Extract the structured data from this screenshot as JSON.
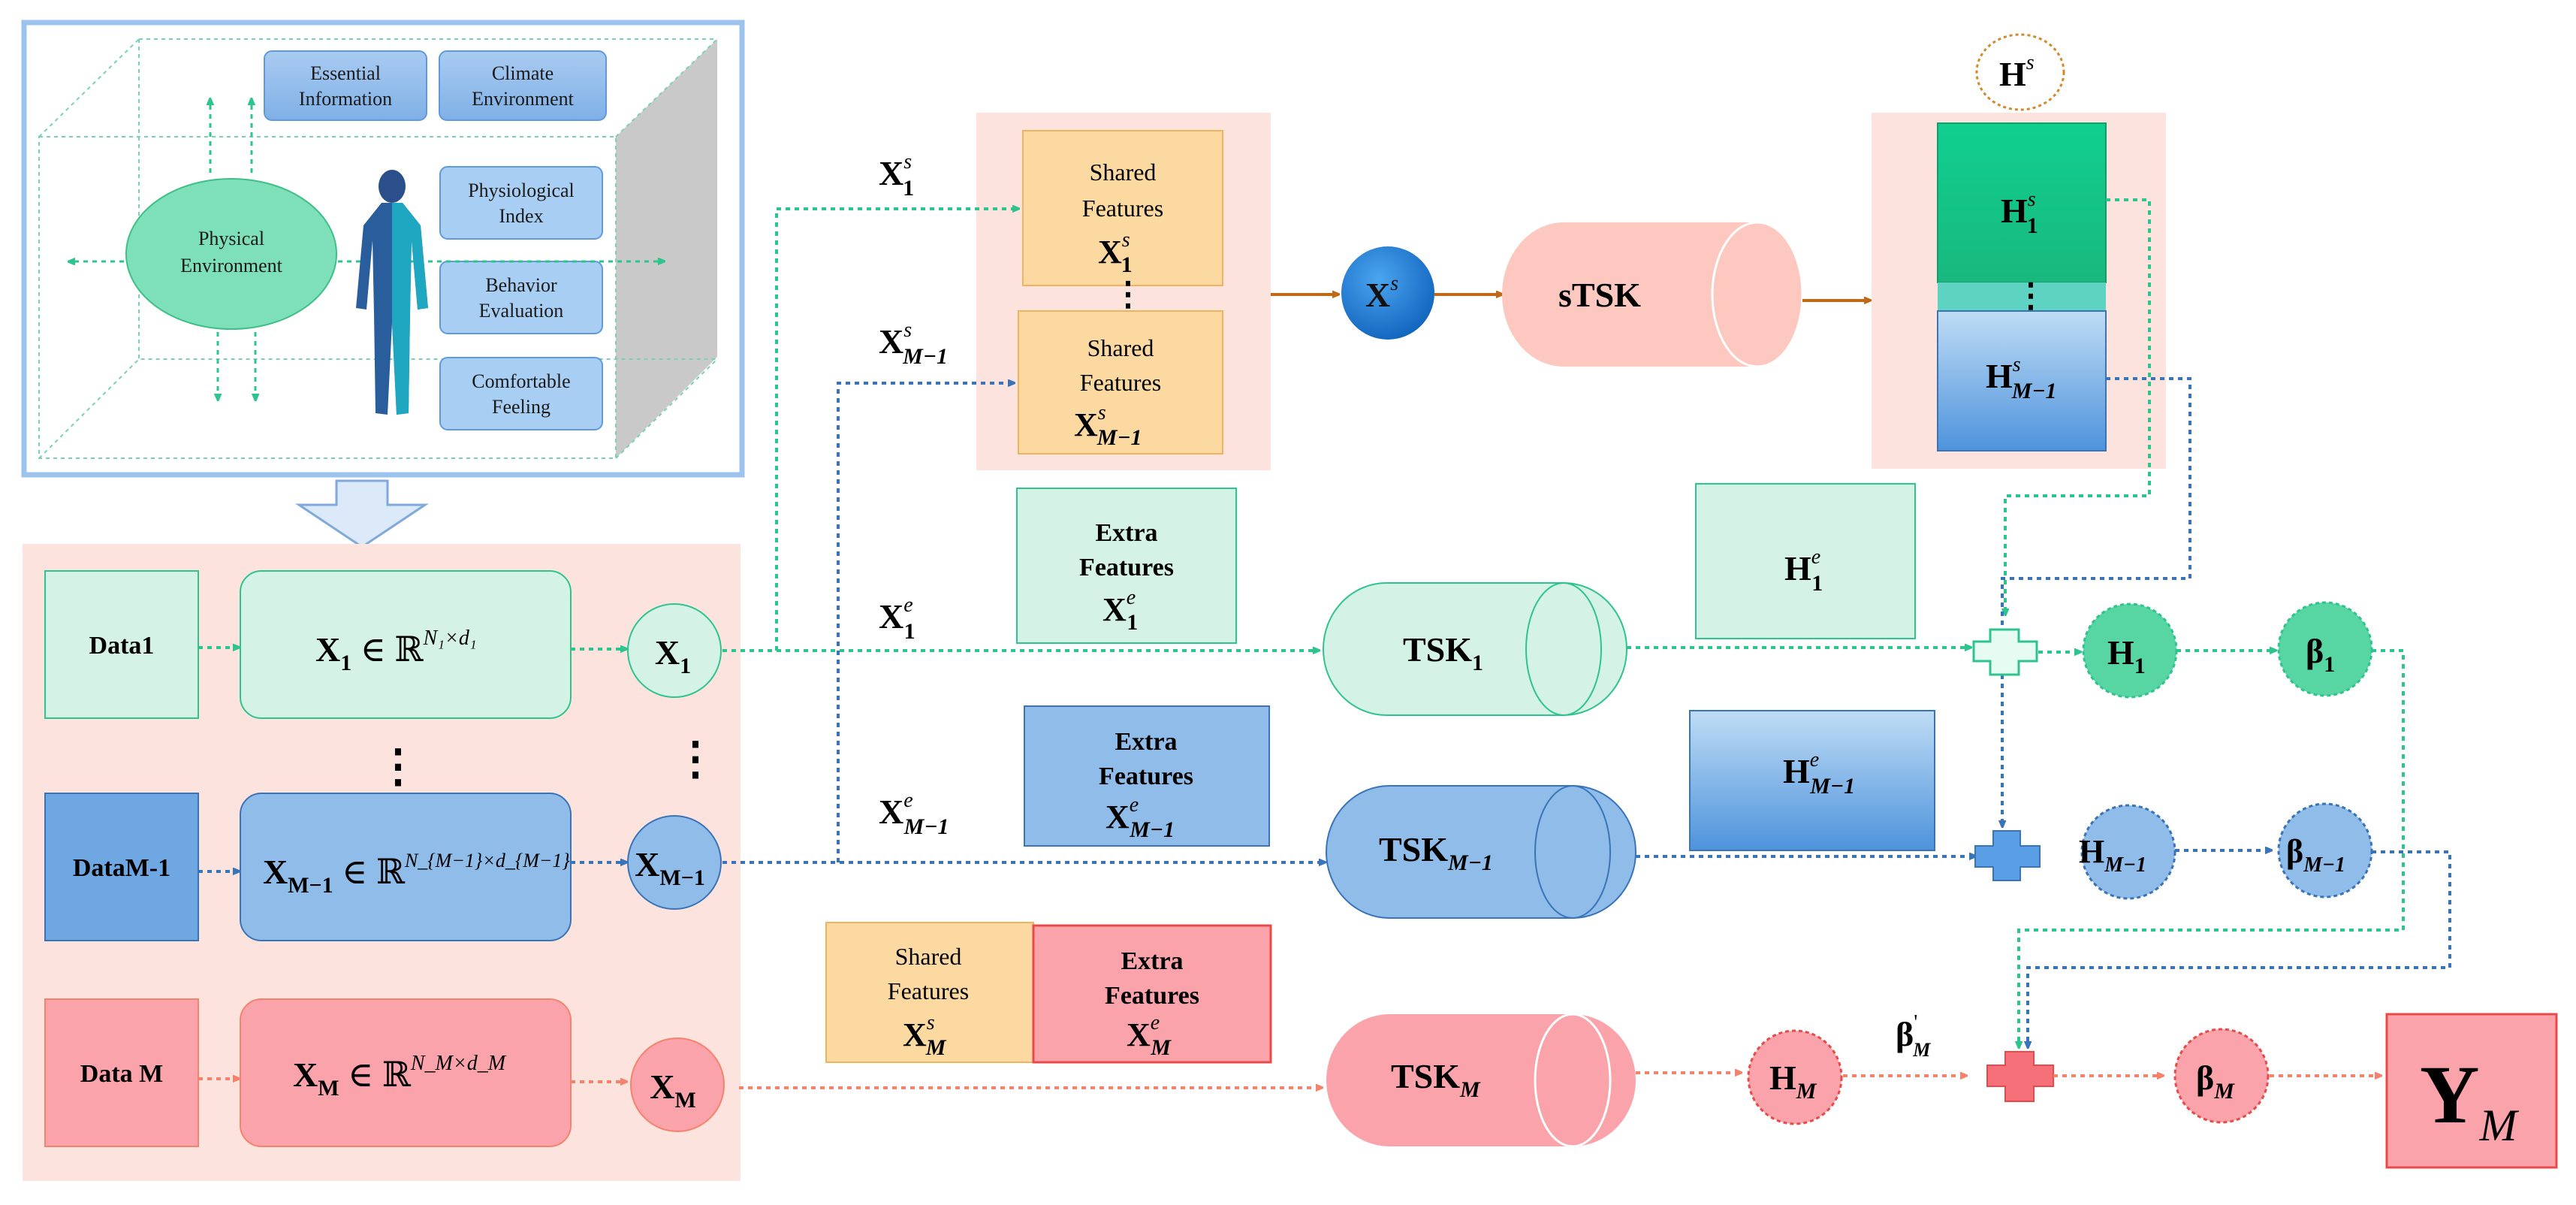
{
  "scene": {
    "tags": {
      "essential": [
        "Essential",
        "Information"
      ],
      "climate": [
        "Climate",
        "Environment"
      ],
      "physiological": [
        "Physiological",
        "Index"
      ],
      "behavior": [
        "Behavior",
        "Evaluation"
      ],
      "comfortable": [
        "Comfortable",
        "Feeling"
      ]
    },
    "physical": [
      "Physical",
      "Environment"
    ]
  },
  "data_rows": {
    "row1": {
      "label": "Data1",
      "formula_base": "X",
      "formula_sub": "1",
      "formula_rel": "∈ ℝ",
      "formula_sup": "N₁×d₁",
      "node_base": "X",
      "node_sub": "1"
    },
    "row2": {
      "label": "DataM-1",
      "formula_base": "X",
      "formula_sub": "M−1",
      "formula_rel": "∈ ℝ",
      "formula_sup": "N_{M−1}×d_{M−1}",
      "node_base": "X",
      "node_sub": "M−1"
    },
    "row3": {
      "label": "Data M",
      "formula_base": "X",
      "formula_sub": "M",
      "formula_rel": "∈ ℝ",
      "formula_sup": "N_M×d_M",
      "node_base": "X",
      "node_sub": "M"
    }
  },
  "shared": {
    "label1": [
      "Shared",
      "Features"
    ],
    "label2": [
      "Shared",
      "Features"
    ],
    "label3": [
      "Shared",
      "Features"
    ]
  },
  "extra": {
    "label1": [
      "Extra",
      "Features"
    ],
    "label2": [
      "Extra",
      "Features"
    ],
    "label3": [
      "Extra",
      "Features"
    ]
  },
  "flow_labels": {
    "xs1": {
      "base": "X",
      "sup": "s",
      "sub": "1"
    },
    "xsm1": {
      "base": "X",
      "sup": "s",
      "sub": "M−1"
    },
    "xe1": {
      "base": "X",
      "sup": "e",
      "sub": "1"
    },
    "xem1": {
      "base": "X",
      "sup": "e",
      "sub": "M−1"
    },
    "xs_sm": {
      "base": "X",
      "sup": "s",
      "sub": "M"
    },
    "xe_m": {
      "base": "X",
      "sup": "e",
      "sub": "M"
    }
  },
  "models": {
    "stsk": "sTSK",
    "tsk1": {
      "base": "TSK",
      "sub": "1"
    },
    "tskm1": {
      "base": "TSK",
      "sub": "M−1"
    },
    "tskm": {
      "base": "TSK",
      "sub": "M"
    },
    "xs_node": {
      "base": "X",
      "sup": "s"
    }
  },
  "hidden": {
    "hs": {
      "base": "H",
      "sup": "s"
    },
    "hs1": {
      "base": "H",
      "sup": "s",
      "sub": "1"
    },
    "hsm1": {
      "base": "H",
      "sup": "s",
      "sub": "M−1"
    },
    "he1": {
      "base": "H",
      "sup": "e",
      "sub": "1"
    },
    "hem1": {
      "base": "H",
      "sup": "e",
      "sub": "M−1"
    },
    "h1": {
      "base": "H",
      "sub": "1"
    },
    "hm1": {
      "base": "H",
      "sub": "M−1"
    },
    "hm": {
      "base": "H",
      "sub": "M"
    }
  },
  "weights": {
    "b1": {
      "base": "β",
      "sub": "1"
    },
    "bm1": {
      "base": "β",
      "sub": "M−1"
    },
    "bm": {
      "base": "β",
      "sub": "M"
    },
    "bprime": {
      "base": "β",
      "sup": "'",
      "sub": "M"
    }
  },
  "output": {
    "base": "Y",
    "sub": "M"
  },
  "dots": "⋮",
  "colors": {
    "green": "#2ec48e",
    "green_fill": "#d4f3e6",
    "blue": "#3a74b8",
    "blue_fill": "#8fbce8",
    "red": "#f4836e",
    "red_fill": "#fba3ab",
    "orange_fill": "#fdd9a2",
    "pink_panel": "#fde3dd",
    "arrow_brown": "#c06818"
  }
}
